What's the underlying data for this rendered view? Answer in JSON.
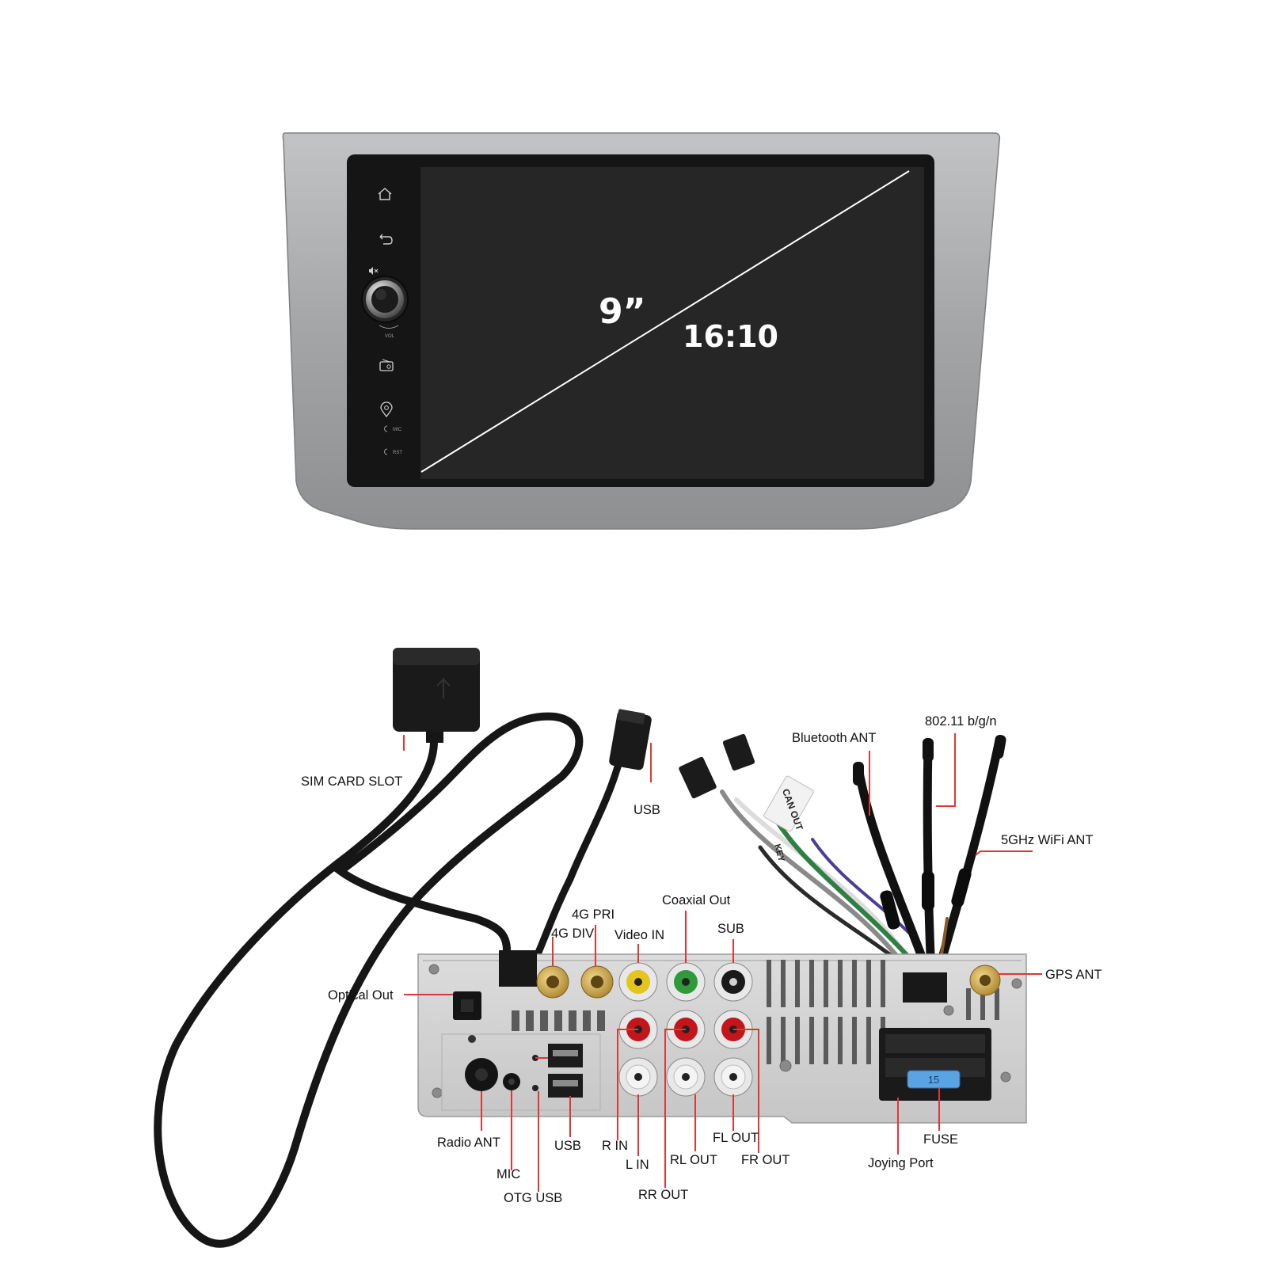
{
  "screen": {
    "size": "9”",
    "ratio": "16:10",
    "side_buttons": [
      {
        "name": "home-icon"
      },
      {
        "name": "back-icon"
      },
      {
        "name": "mute-icon"
      },
      {
        "name": "radio-icon"
      },
      {
        "name": "navigation-icon"
      }
    ],
    "knob_caption": "VOL",
    "mic_caption": "MIC",
    "rst_caption": "RST"
  },
  "cable_tags": {
    "can": "CAN OUT",
    "key": "KEY"
  },
  "labels": {
    "sim_card_slot": "SIM CARD SLOT",
    "usb_top": "USB",
    "bluetooth_ant": "Bluetooth ANT",
    "wifi_24": "802.11 b/g/n",
    "wifi_5": "5GHz WiFi ANT",
    "pri_4g": "4G PRI",
    "div_4g": "4G DIV",
    "video_in": "Video IN",
    "coaxial_out": "Coaxial Out",
    "sub": "SUB",
    "gps_ant": "GPS ANT",
    "optical_out": "Optical Out",
    "radio_ant": "Radio ANT",
    "mic": "MIC",
    "otg_usb": "OTG USB",
    "usb_bottom": "USB",
    "r_in": "R IN",
    "l_in": "L IN",
    "rr_out": "RR OUT",
    "rl_out": "RL OUT",
    "fl_out": "FL OUT",
    "fr_out": "FR OUT",
    "joying_port": "Joying Port",
    "fuse": "FUSE"
  },
  "fuse_rating": "15",
  "colors": {
    "bezel": "#a5a6a8",
    "screen": "#262626",
    "chassis": "#d3d3d3",
    "rca_red": "#c4151c",
    "rca_yellow": "#e3c51d",
    "rca_green": "#2f9a3a",
    "fuse_blue": "#5ba4e4",
    "gold": "#c9a23c"
  }
}
